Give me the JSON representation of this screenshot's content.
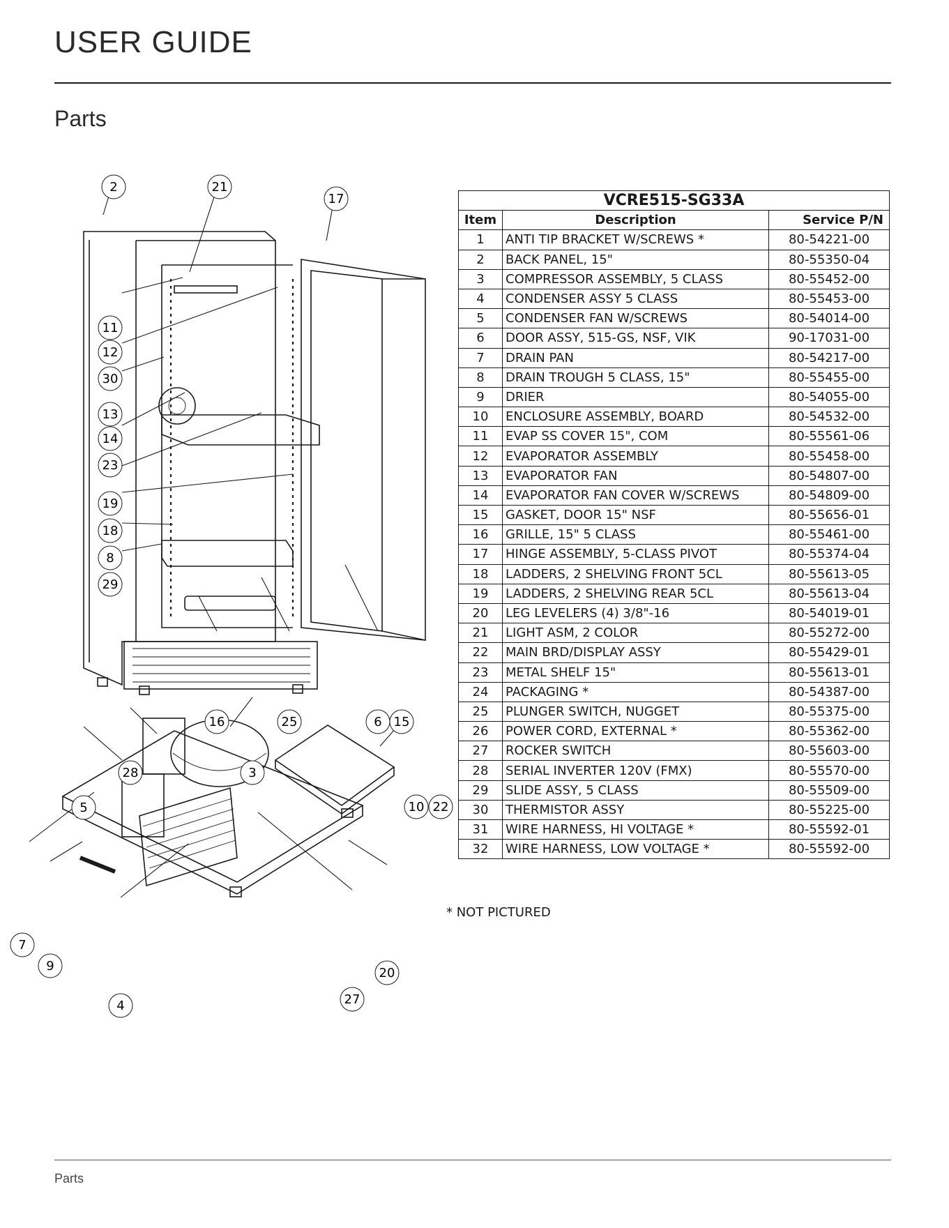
{
  "header": {
    "title": "USER GUIDE"
  },
  "section": {
    "title": "Parts"
  },
  "footer": {
    "label": "Parts"
  },
  "table": {
    "model": "VCRE515-SG33A",
    "columns": {
      "item": "Item",
      "description": "Description",
      "pn": "Service P/N"
    },
    "rows": [
      {
        "item": "1",
        "description": "ANTI TIP BRACKET W/SCREWS *",
        "pn": "80-54221-00"
      },
      {
        "item": "2",
        "description": "BACK PANEL, 15\"",
        "pn": "80-55350-04"
      },
      {
        "item": "3",
        "description": "COMPRESSOR ASSEMBLY, 5 CLASS",
        "pn": "80-55452-00"
      },
      {
        "item": "4",
        "description": "CONDENSER ASSY 5 CLASS",
        "pn": "80-55453-00"
      },
      {
        "item": "5",
        "description": "CONDENSER FAN W/SCREWS",
        "pn": "80-54014-00"
      },
      {
        "item": "6",
        "description": "DOOR ASSY, 515-GS, NSF, VIK",
        "pn": "90-17031-00"
      },
      {
        "item": "7",
        "description": "DRAIN PAN",
        "pn": "80-54217-00"
      },
      {
        "item": "8",
        "description": "DRAIN TROUGH 5 CLASS, 15\"",
        "pn": "80-55455-00"
      },
      {
        "item": "9",
        "description": "DRIER",
        "pn": "80-54055-00"
      },
      {
        "item": "10",
        "description": "ENCLOSURE ASSEMBLY, BOARD",
        "pn": "80-54532-00"
      },
      {
        "item": "11",
        "description": "EVAP SS COVER 15\", COM",
        "pn": "80-55561-06"
      },
      {
        "item": "12",
        "description": "EVAPORATOR ASSEMBLY",
        "pn": "80-55458-00"
      },
      {
        "item": "13",
        "description": "EVAPORATOR FAN",
        "pn": "80-54807-00"
      },
      {
        "item": "14",
        "description": "EVAPORATOR FAN COVER W/SCREWS",
        "pn": "80-54809-00"
      },
      {
        "item": "15",
        "description": "GASKET, DOOR 15\" NSF",
        "pn": "80-55656-01"
      },
      {
        "item": "16",
        "description": "GRILLE, 15\" 5 CLASS",
        "pn": "80-55461-00"
      },
      {
        "item": "17",
        "description": "HINGE ASSEMBLY, 5-CLASS PIVOT",
        "pn": "80-55374-04"
      },
      {
        "item": "18",
        "description": "LADDERS, 2 SHELVING FRONT 5CL",
        "pn": "80-55613-05"
      },
      {
        "item": "19",
        "description": "LADDERS, 2 SHELVING REAR 5CL",
        "pn": "80-55613-04"
      },
      {
        "item": "20",
        "description": "LEG LEVELERS (4) 3/8\"-16",
        "pn": "80-54019-01"
      },
      {
        "item": "21",
        "description": "LIGHT ASM, 2 COLOR",
        "pn": "80-55272-00"
      },
      {
        "item": "22",
        "description": "MAIN BRD/DISPLAY ASSY",
        "pn": "80-55429-01"
      },
      {
        "item": "23",
        "description": "METAL SHELF 15\"",
        "pn": "80-55613-01"
      },
      {
        "item": "24",
        "description": "PACKAGING *",
        "pn": "80-54387-00"
      },
      {
        "item": "25",
        "description": "PLUNGER SWITCH, NUGGET",
        "pn": "80-55375-00"
      },
      {
        "item": "26",
        "description": "POWER CORD, EXTERNAL *",
        "pn": "80-55362-00"
      },
      {
        "item": "27",
        "description": "ROCKER SWITCH",
        "pn": "80-55603-00"
      },
      {
        "item": "28",
        "description": "SERIAL INVERTER 120V  (FMX)",
        "pn": "80-55570-00"
      },
      {
        "item": "29",
        "description": "SLIDE ASSY, 5 CLASS",
        "pn": "80-55509-00"
      },
      {
        "item": "30",
        "description": "THERMISTOR ASSY",
        "pn": "80-55225-00"
      },
      {
        "item": "31",
        "description": "WIRE HARNESS, HI VOLTAGE *",
        "pn": "80-55592-01"
      },
      {
        "item": "32",
        "description": "WIRE HARNESS, LOW VOLTAGE *",
        "pn": "80-55592-00"
      }
    ],
    "note": "* NOT PICTURED"
  },
  "diagram": {
    "callouts": [
      "2",
      "21",
      "17",
      "11",
      "12",
      "30",
      "13",
      "14",
      "23",
      "19",
      "18",
      "8",
      "29",
      "16",
      "25",
      "6",
      "15",
      "28",
      "3",
      "5",
      "10",
      "22",
      "7",
      "9",
      "4",
      "27",
      "20"
    ]
  }
}
